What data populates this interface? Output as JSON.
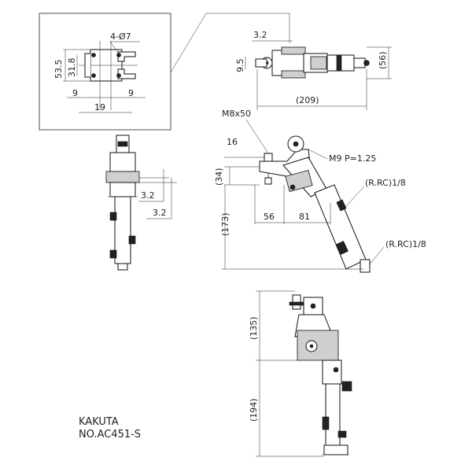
{
  "detail": {
    "hole_label": "4-Ø7",
    "dim_outer_height": "53.5",
    "dim_inner_height": "31.8",
    "dim_left_offset": "9",
    "dim_right_offset": "9",
    "dim_spacing": "19"
  },
  "top_view": {
    "dim_width": "3.2",
    "dim_height": "9.5",
    "dim_overall_height": "(56)",
    "dim_overall_length": "(209)"
  },
  "front_view": {
    "dim_upper": "3.2",
    "dim_lower": "3.2"
  },
  "side_view": {
    "bolt_label": "M8x50",
    "thread_label": "M9 P=1.25",
    "port_label_upper": "(R.RC)1/8",
    "port_label_lower": "(R.RC)1/8",
    "dim_flange": "16",
    "dim_offset": "(34)",
    "dim_height": "(173)",
    "dim_horiz_left": "56",
    "dim_horiz_right": "81"
  },
  "bottom_view": {
    "dim_upper": "(135)",
    "dim_lower": "(194)"
  },
  "title_block": {
    "maker": "KAKUTA",
    "model": "NO.AC451-S"
  }
}
